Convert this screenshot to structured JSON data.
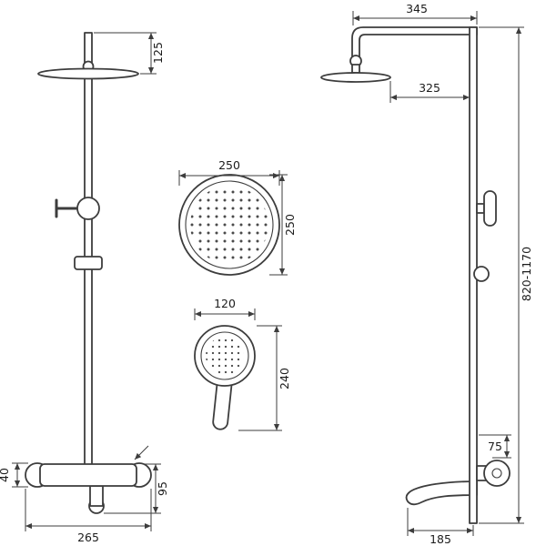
{
  "dimensions": {
    "front": {
      "head_offset": "125",
      "mixer_height": "40",
      "mixer_total_height": "95",
      "mixer_width": "265"
    },
    "rain_head": {
      "width": "250",
      "height": "250"
    },
    "hand_shower": {
      "width": "120",
      "length": "240"
    },
    "side": {
      "arm_length": "345",
      "head_reach": "325",
      "column_height": "820-1170",
      "mixer_offset": "75",
      "spout_reach": "185"
    }
  }
}
